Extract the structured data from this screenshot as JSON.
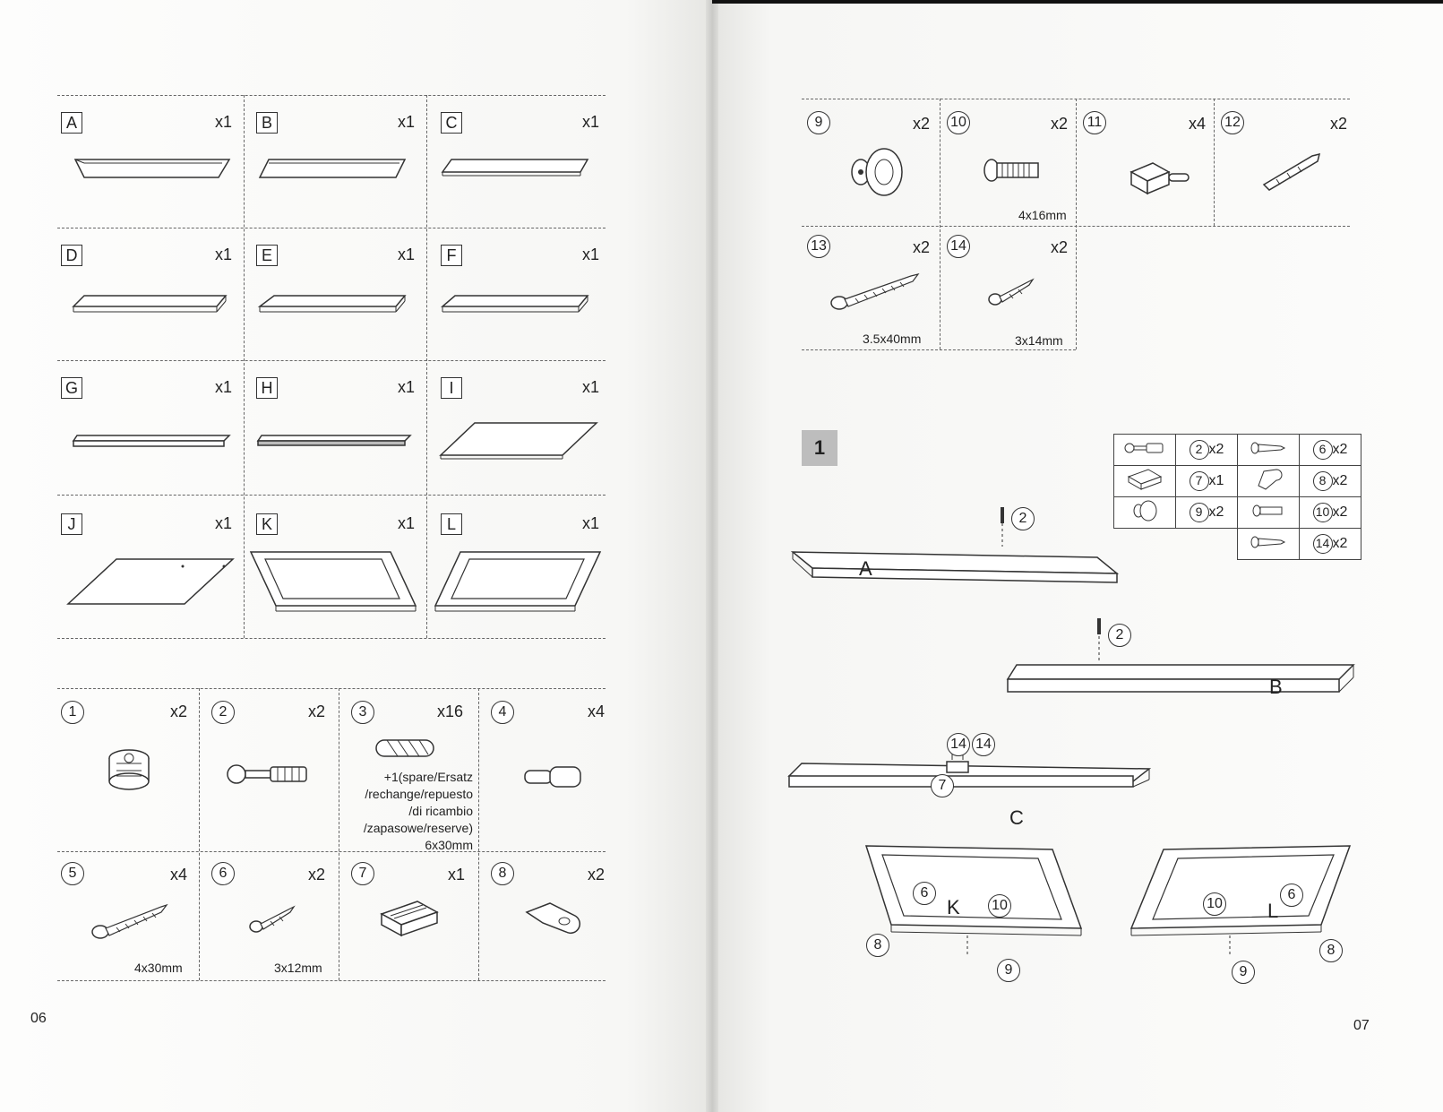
{
  "left_page": {
    "page_number": "06",
    "panels": [
      {
        "label": "A",
        "qty": "x1"
      },
      {
        "label": "B",
        "qty": "x1"
      },
      {
        "label": "C",
        "qty": "x1"
      },
      {
        "label": "D",
        "qty": "x1"
      },
      {
        "label": "E",
        "qty": "x1"
      },
      {
        "label": "F",
        "qty": "x1"
      },
      {
        "label": "G",
        "qty": "x1"
      },
      {
        "label": "H",
        "qty": "x1"
      },
      {
        "label": "I",
        "qty": "x1"
      },
      {
        "label": "J",
        "qty": "x1"
      },
      {
        "label": "K",
        "qty": "x1"
      },
      {
        "label": "L",
        "qty": "x1"
      }
    ],
    "hardware": [
      {
        "num": "1",
        "qty": "x2"
      },
      {
        "num": "2",
        "qty": "x2"
      },
      {
        "num": "3",
        "qty": "x16",
        "note": [
          "+1(spare/Ersatz",
          "/rechange/repuesto",
          "/di ricambio",
          "/zapasowe/reserve)",
          "6x30mm"
        ]
      },
      {
        "num": "4",
        "qty": "x4"
      },
      {
        "num": "5",
        "qty": "x4",
        "size": "4x30mm"
      },
      {
        "num": "6",
        "qty": "x2",
        "size": "3x12mm"
      },
      {
        "num": "7",
        "qty": "x1"
      },
      {
        "num": "8",
        "qty": "x2"
      }
    ]
  },
  "right_page": {
    "page_number": "07",
    "hardware": [
      {
        "num": "9",
        "qty": "x2"
      },
      {
        "num": "10",
        "qty": "x2",
        "size": "4x16mm"
      },
      {
        "num": "11",
        "qty": "x4"
      },
      {
        "num": "12",
        "qty": "x2"
      },
      {
        "num": "13",
        "qty": "x2",
        "size": "3.5x40mm"
      },
      {
        "num": "14",
        "qty": "x2",
        "size": "3x14mm"
      }
    ],
    "step": {
      "number": "1",
      "kit": [
        {
          "num": "2",
          "qty": "x2"
        },
        {
          "num": "6",
          "qty": "x2"
        },
        {
          "num": "7",
          "qty": "x1"
        },
        {
          "num": "8",
          "qty": "x2"
        },
        {
          "num": "9",
          "qty": "x2"
        },
        {
          "num": "10",
          "qty": "x2"
        },
        {
          "num": "14",
          "qty": "x2"
        }
      ],
      "labels": {
        "a": "A",
        "b": "B",
        "c": "C",
        "k": "K",
        "l": "L",
        "c2a": "2",
        "c2b": "2",
        "c14a": "14",
        "c14b": "14",
        "c7": "7",
        "c6k": "6",
        "c10k": "10",
        "c8k": "8",
        "c9k": "9",
        "c10l": "10",
        "c6l": "6",
        "c8l": "8",
        "c9l": "9"
      }
    }
  }
}
